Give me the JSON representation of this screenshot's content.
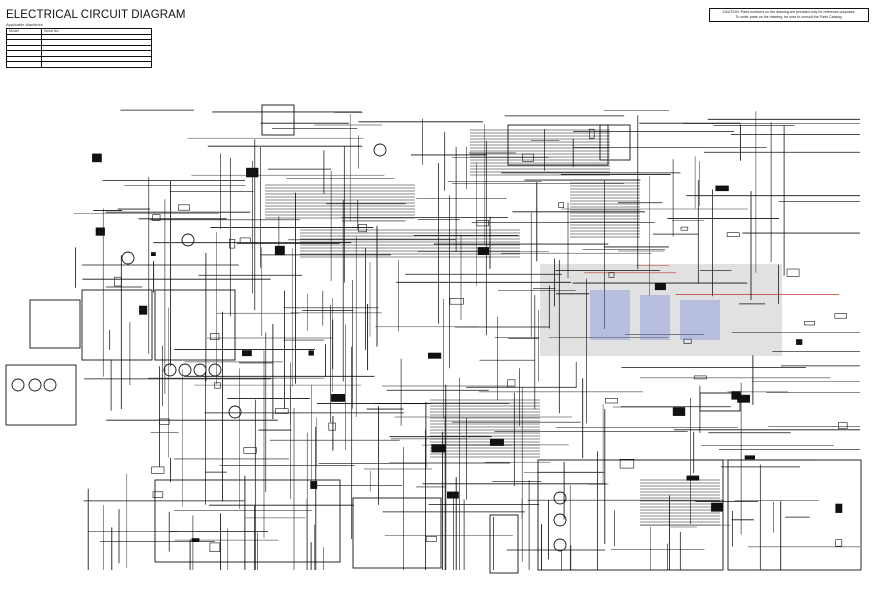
{
  "title": "ELECTRICAL CIRCUIT DIAGRAM",
  "applicable_label": "Applicable Machines",
  "machines_table": {
    "headers": [
      "Model",
      "Serial No."
    ],
    "rows": [
      [
        "",
        ""
      ],
      [
        "",
        ""
      ],
      [
        "",
        ""
      ],
      [
        "",
        ""
      ],
      [
        "",
        ""
      ],
      [
        "",
        ""
      ]
    ]
  },
  "caution": {
    "line1": "CAUTION: Parts numbers on the drawing are provided only for reference purposes.",
    "line2": "To order parts on the drawing, be sure to consult the Parts Catalog."
  },
  "colors": {
    "wire": "#111111",
    "watermark": "#aaaaaa",
    "watermark_accent": "#6b7fd6",
    "highlight_wire": "#c0392b"
  }
}
